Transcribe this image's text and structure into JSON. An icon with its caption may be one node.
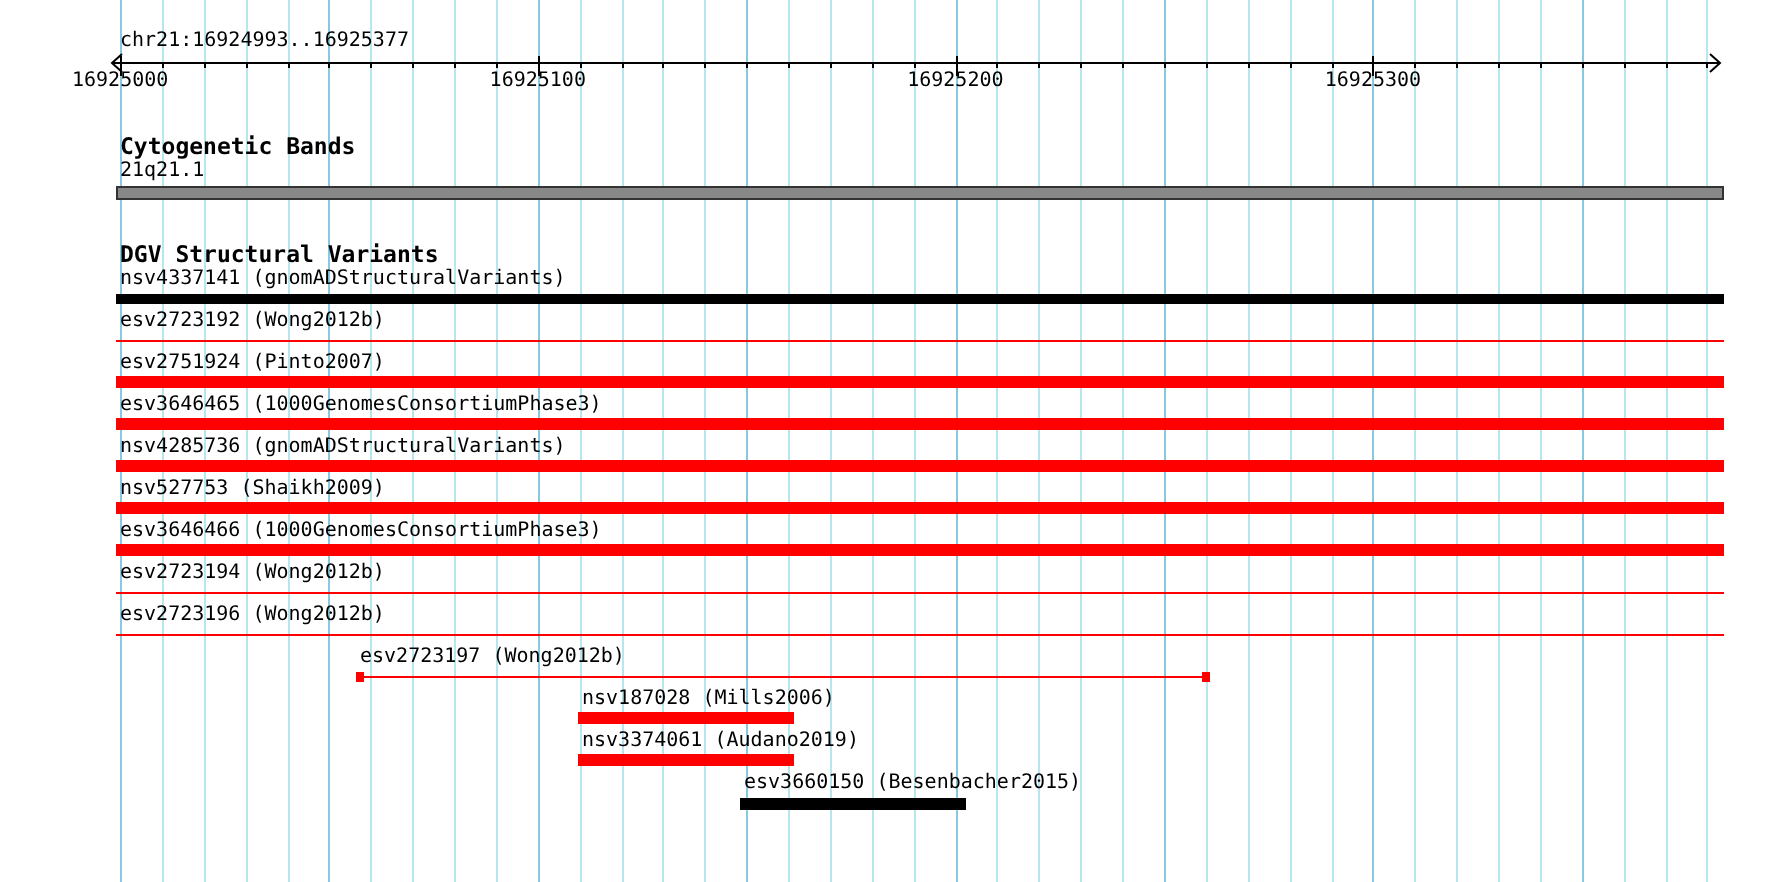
{
  "diagram": {
    "nodes": [
      {
        "text": [
          "21q21.1"
        ]
      },
      {
        "text": [
          "nsv4337141 (gnomADStructuralVariants)"
        ]
      },
      {
        "text": [
          "esv2723192 (Wong2012b)"
        ]
      },
      {
        "text": [
          "esv2751924 (Pinto2007)"
        ]
      },
      {
        "text": [
          "esv3646465 (1000GenomesConsortiumPhase3)"
        ]
      },
      {
        "text": [
          "nsv4285736 (gnomADStructuralVariants)"
        ]
      },
      {
        "text": [
          "nsv527753 (Shaikh2009)"
        ]
      },
      {
        "text": [
          "esv3646466 (1000GenomesConsortiumPhase3)"
        ]
      },
      {
        "text": [
          "esv2723194 (Wong2012b)"
        ]
      },
      {
        "text": [
          "esv2723196 (Wong2012b)"
        ]
      },
      {
        "text": [
          "esv2723197 (Wong2012b)"
        ]
      },
      {
        "text": [
          "nsv187028 (Mills2006)"
        ]
      },
      {
        "text": [
          "nsv3374061 (Audano2019)"
        ]
      },
      {
        "text": [
          "esv3660150 (Besenbacher2015)"
        ]
      }
    ],
    "labels": [
      "chr21:16924993..16925377",
      "16925000",
      "16925100",
      "16925200",
      "16925300",
      "Cytogenetic Bands",
      "DGV Structural Variants"
    ]
  }
}
